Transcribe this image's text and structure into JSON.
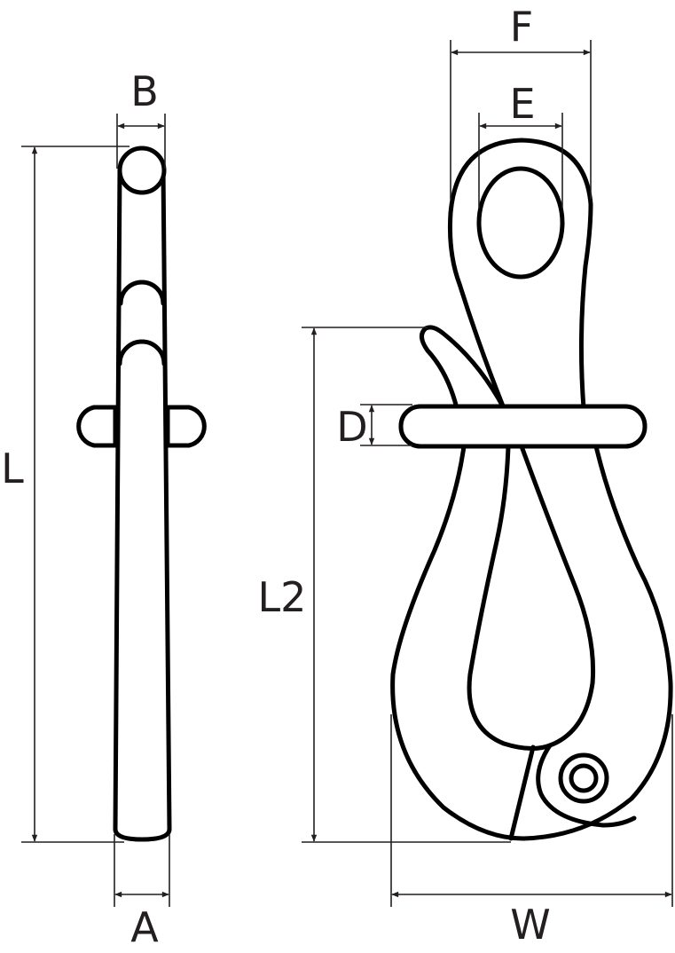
{
  "diagram": {
    "title": "Snap shackle / pelican hook dimensional drawing",
    "views": [
      "side-view",
      "front-view"
    ],
    "line_color": "#000000",
    "dimension_color": "#231f20",
    "background": "#ffffff",
    "dimensions": {
      "A": {
        "label": "A",
        "description": "shank thickness at bottom"
      },
      "B": {
        "label": "B",
        "description": "eye thickness at top"
      },
      "L": {
        "label": "L",
        "description": "overall length"
      },
      "L2": {
        "label": "L2",
        "description": "length from latch tip to bottom"
      },
      "D": {
        "label": "D",
        "description": "release pin diameter"
      },
      "E": {
        "label": "E",
        "description": "eye inner width"
      },
      "F": {
        "label": "F",
        "description": "eye outer width"
      },
      "W": {
        "label": "W",
        "description": "overall width"
      }
    }
  }
}
